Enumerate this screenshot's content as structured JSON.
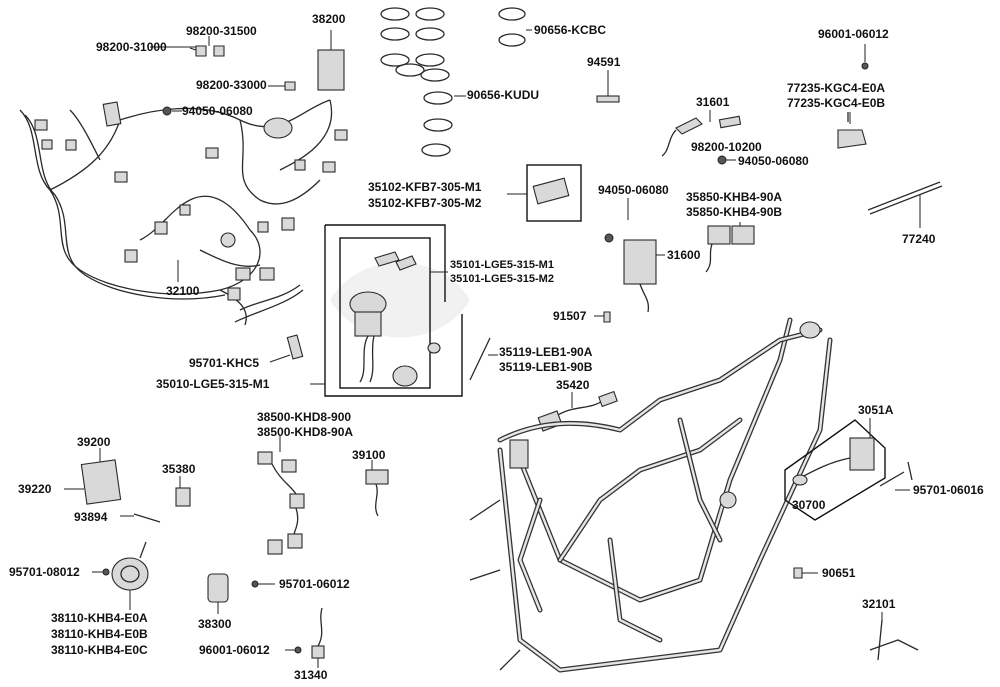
{
  "labels": {
    "p98200_31000": "98200-31000",
    "p98200_31500": "98200-31500",
    "p38200": "38200",
    "p98200_33000": "98200-33000",
    "p94050_06080a": "94050-06080",
    "p90656_KCBC": "90656-KCBC",
    "p90656_KUDU": "90656-KUDU",
    "p94591": "94591",
    "p96001_06012a": "96001-06012",
    "p77235_E0A": "77235-KGC4-E0A",
    "p77235_E0B": "77235-KGC4-E0B",
    "p31601": "31601",
    "p98200_10200": "98200-10200",
    "p94050_06080b": "94050-06080",
    "p35102_M1": "35102-KFB7-305-M1",
    "p35102_M2": "35102-KFB7-305-M2",
    "p94050_06080c": "94050-06080",
    "p35850_A": "35850-KHB4-90A",
    "p35850_B": "35850-KHB4-90B",
    "p77240": "77240",
    "p35101_M1": "35101-LGE5-315-M1",
    "p35101_M2": "35101-LGE5-315-M2",
    "p31600": "31600",
    "p32100": "32100",
    "p91507": "91507",
    "p95701_KHC5": "95701-KHC5",
    "p35119_A": "35119-LEB1-90A",
    "p35119_B": "35119-LEB1-90B",
    "p35010": "35010-LGE5-315-M1",
    "p35420": "35420",
    "p38500_900": "38500-KHD8-900",
    "p38500_90A": "38500-KHD8-90A",
    "p3051A": "3051A",
    "p39200": "39200",
    "p35380": "35380",
    "p39100": "39100",
    "p39220": "39220",
    "p30700": "30700",
    "p95701_06016": "95701-06016",
    "p93894": "93894",
    "p95701_08012": "95701-08012",
    "p95701_06012": "95701-06012",
    "p90651": "90651",
    "p38110_E0A": "38110-KHB4-E0A",
    "p38110_E0B": "38110-KHB4-E0B",
    "p38110_E0C": "38110-KHB4-E0C",
    "p38300": "38300",
    "p32101": "32101",
    "p96001_06012b": "96001-06012",
    "p31340": "31340"
  }
}
